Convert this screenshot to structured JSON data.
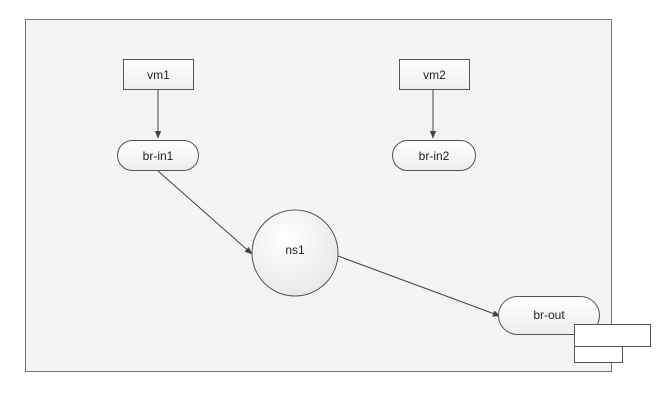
{
  "diagram": {
    "nodes": {
      "vm1": "vm1",
      "vm2": "vm2",
      "br_in1": "br-in1",
      "br_in2": "br-in2",
      "ns1": "ns1",
      "br_out": "br-out"
    },
    "colors": {
      "background": "#ffffff",
      "frame_fill": "#f4f4f4",
      "frame_stroke": "#777777",
      "node_fill": "#f7f7f7",
      "node_stroke": "#555555",
      "edge": "#444444"
    }
  }
}
